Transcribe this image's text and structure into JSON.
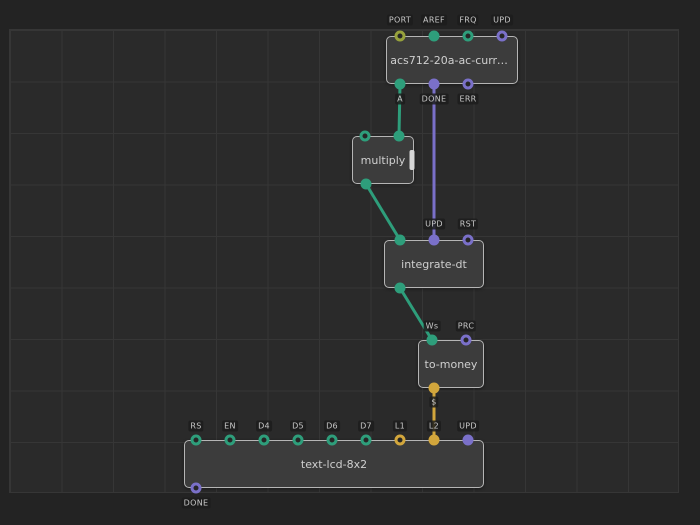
{
  "colors": {
    "number_pin": "#2e9e7b",
    "pulse_pin": "#7a70c9",
    "string_pin": "#d2a63c",
    "port_pin": "#97a13c",
    "node_bg": "#3c3c3c",
    "node_border": "#b5b5b5",
    "canvas_bg": "#232323",
    "grid_line": "#363636"
  },
  "nodes": {
    "acs712": {
      "title": "acs712-20a-ac-current-s…",
      "inputs": [
        {
          "label": "PORT"
        },
        {
          "label": "AREF"
        },
        {
          "label": "FRQ"
        },
        {
          "label": "UPD"
        }
      ],
      "outputs": [
        {
          "label": "A"
        },
        {
          "label": "DONE"
        },
        {
          "label": "ERR"
        }
      ]
    },
    "multiply": {
      "title": "multiply"
    },
    "integrate_dt": {
      "title": "integrate-dt",
      "inputs": [
        {
          "label": "UPD"
        },
        {
          "label": "RST"
        }
      ]
    },
    "to_money": {
      "title": "to-money",
      "inputs": [
        {
          "label": "Ws"
        },
        {
          "label": "PRC"
        }
      ],
      "outputs": [
        {
          "label": "$"
        }
      ]
    },
    "text_lcd": {
      "title": "text-lcd-8x2",
      "inputs": [
        {
          "label": "RS"
        },
        {
          "label": "EN"
        },
        {
          "label": "D4"
        },
        {
          "label": "D5"
        },
        {
          "label": "D6"
        },
        {
          "label": "D7"
        },
        {
          "label": "L1"
        },
        {
          "label": "L2"
        },
        {
          "label": "UPD"
        }
      ],
      "outputs": [
        {
          "label": "DONE"
        }
      ]
    }
  }
}
